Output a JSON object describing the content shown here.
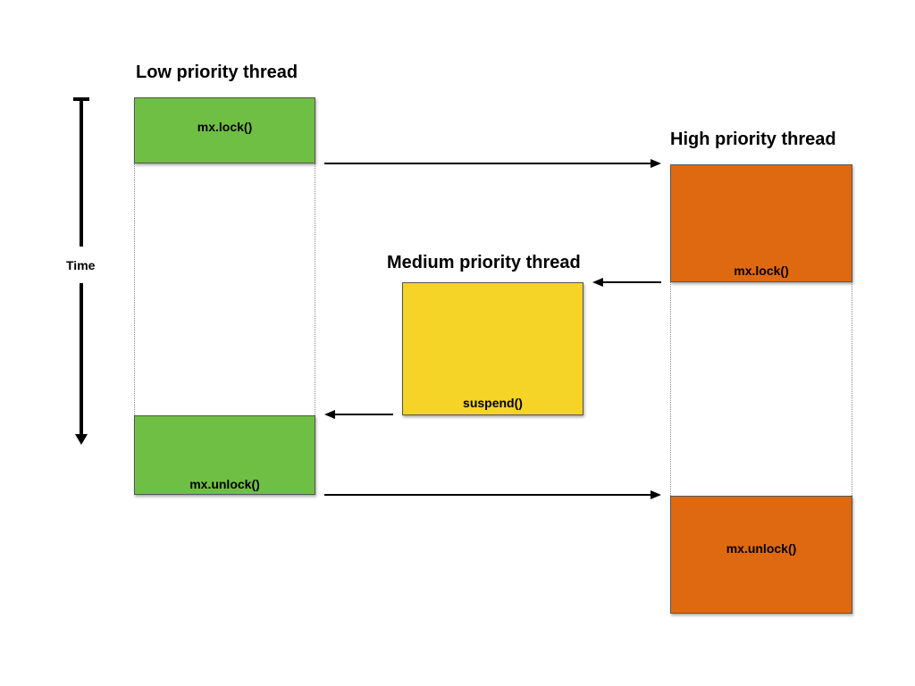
{
  "time_axis": {
    "label": "Time"
  },
  "threads": {
    "low": {
      "title": "Low priority thread",
      "color": "#6fbf44",
      "steps": [
        "mx.lock()",
        "mx.unlock()"
      ]
    },
    "medium": {
      "title": "Medium priority thread",
      "color": "#f5d327",
      "steps": [
        "suspend()"
      ]
    },
    "high": {
      "title": "High priority thread",
      "color": "#df6911",
      "steps": [
        "mx.lock()",
        "mx.unlock()"
      ]
    }
  }
}
